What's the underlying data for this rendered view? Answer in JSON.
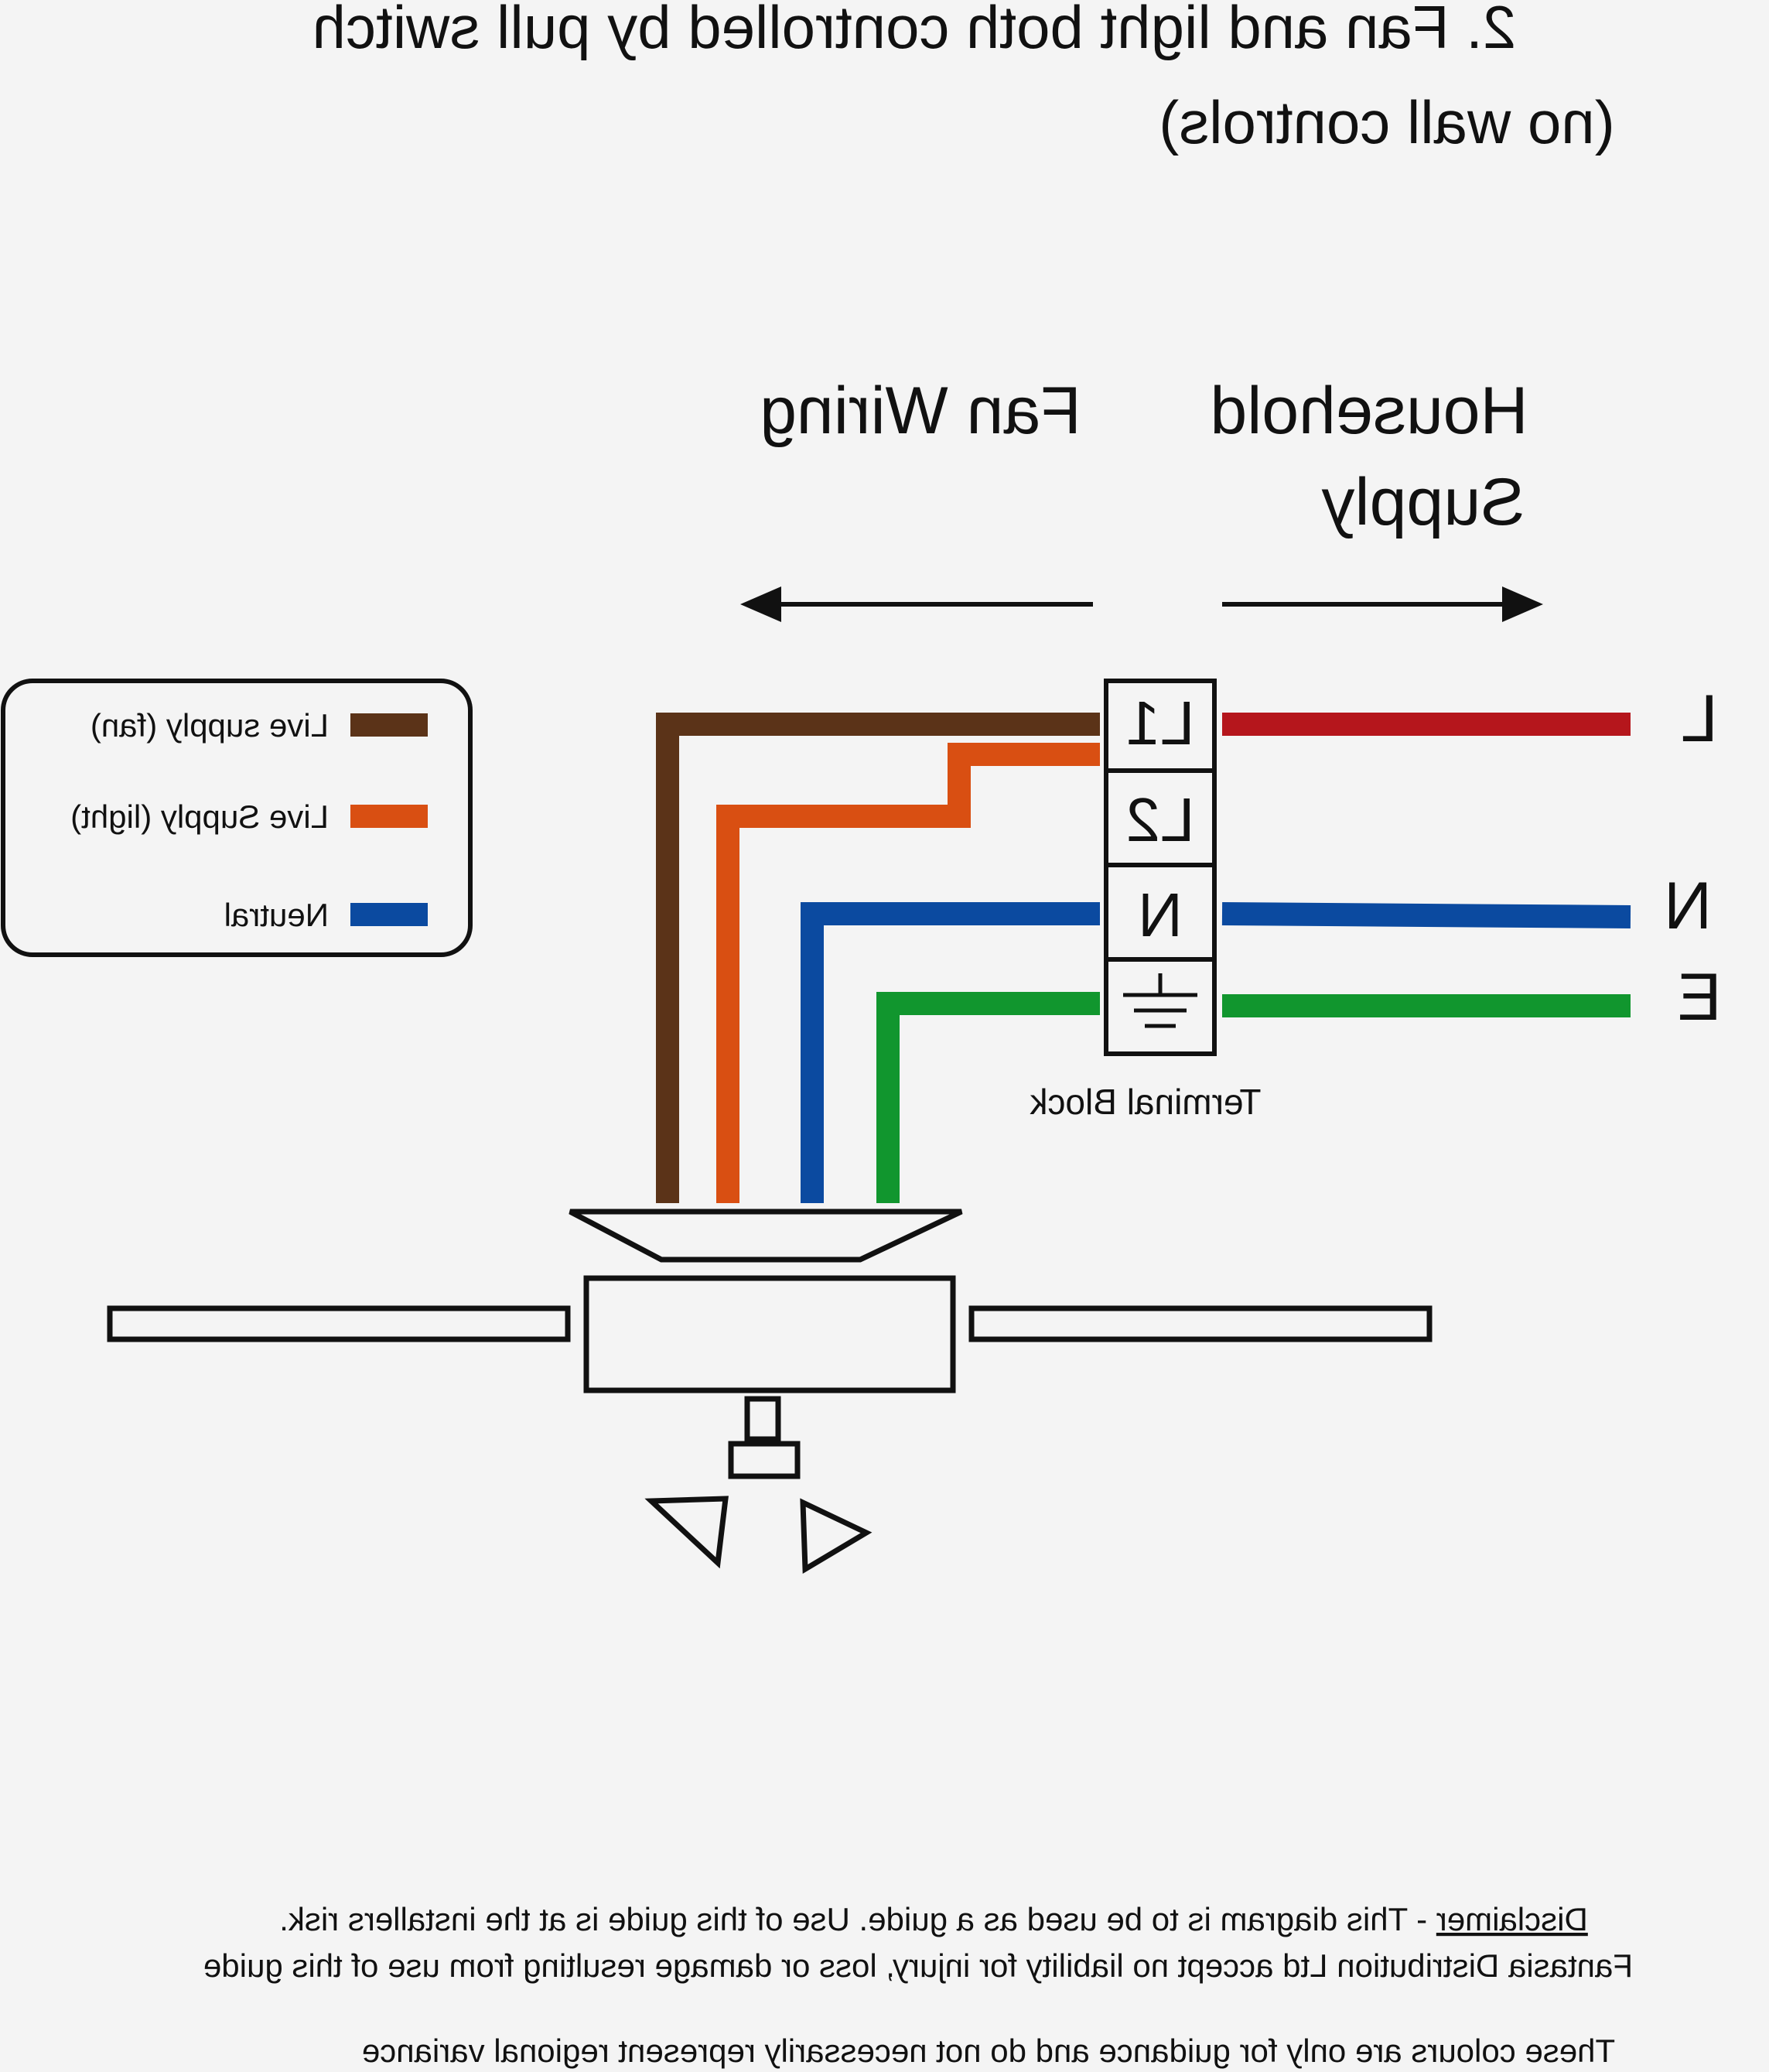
{
  "title": {
    "line1": "2. Fan and light both controlled by pull switch",
    "line2": "(no wall controls)"
  },
  "sections": {
    "fan_wiring": "Fan Wiring",
    "household_line1": "Household",
    "household_line2": "Supply"
  },
  "legend": {
    "items": [
      {
        "label": "Live supply (fan)",
        "color": "#5b3318"
      },
      {
        "label": "Live Supply (light)",
        "color": "#d94f12"
      },
      {
        "label": "Neutral",
        "color": "#0b4aa0"
      }
    ]
  },
  "terminal_block": {
    "label": "Terminal Block",
    "terminals": [
      "L1",
      "L2",
      "N",
      "earth-symbol-icon"
    ]
  },
  "supply_labels": [
    "L",
    "N",
    "E"
  ],
  "wire_colors": {
    "live_fan": "#5b3318",
    "live_light": "#d94f12",
    "neutral": "#0b4aa0",
    "earth": "#11962e",
    "live_supply": "#b5161c"
  },
  "footer": {
    "disclaimer_heading": "Disclaimer",
    "disclaimer_line1": " - This diagram is to be used as a guide.  Use of this guide is at the installers risk.",
    "disclaimer_line2": "Fantasia Distribution Ltd accept no liability for injury, loss or damage resulting from use of this guide",
    "colour_note": "These colours are only for guidance and do not necessarily represent regional variance"
  }
}
